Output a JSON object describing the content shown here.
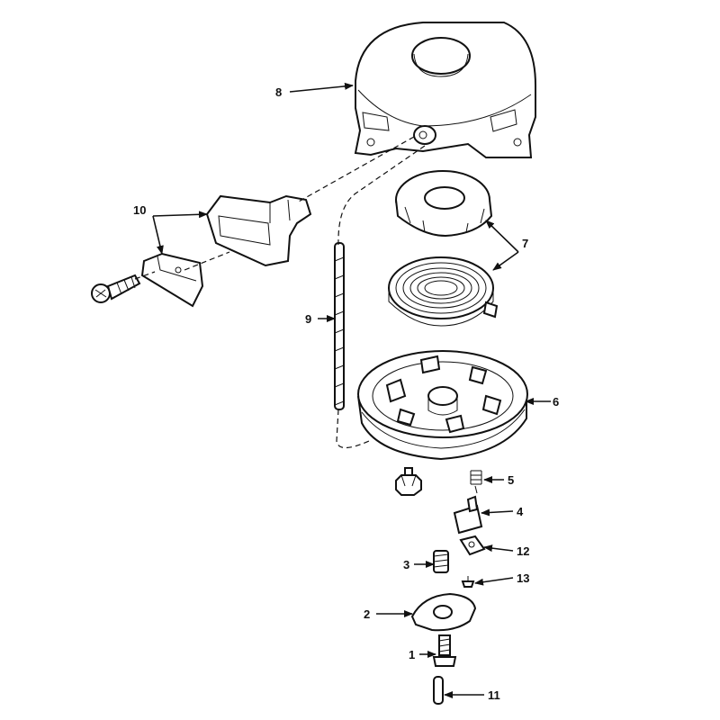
{
  "labels": {
    "l1": "1",
    "l2": "2",
    "l3": "3",
    "l4": "4",
    "l5": "5",
    "l6": "6",
    "l7": "7",
    "l8": "8",
    "l9": "9",
    "l10": "10",
    "l11": "11",
    "l12": "12",
    "l13": "13"
  },
  "colors": {
    "line": "#111111",
    "background": "#ffffff"
  }
}
